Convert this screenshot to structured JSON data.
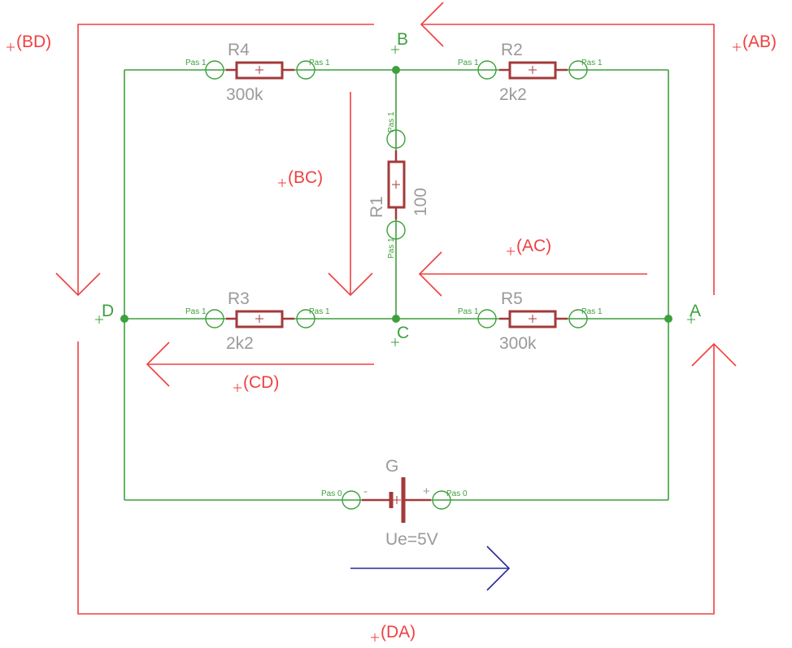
{
  "colors": {
    "wire": "#3da03d",
    "component": "#a33a3a",
    "label_grey": "#9a9a9a",
    "arrow_red": "#f04040",
    "arrow_blue": "#2a2a9a",
    "background": "#ffffff"
  },
  "nodes": {
    "A": "A",
    "B": "B",
    "C": "C",
    "D": "D"
  },
  "resistors": {
    "R1": {
      "name": "R1",
      "value": "100",
      "pad_top": "Pas 1",
      "pad_bottom": "Pas 1"
    },
    "R2": {
      "name": "R2",
      "value": "2k2",
      "pad_left": "Pas 1",
      "pad_right": "Pas 1"
    },
    "R3": {
      "name": "R3",
      "value": "2k2",
      "pad_left": "Pas 1",
      "pad_right": "Pas 1"
    },
    "R4": {
      "name": "R4",
      "value": "300k",
      "pad_left": "Pas 1",
      "pad_right": "Pas 1"
    },
    "R5": {
      "name": "R5",
      "value": "300k",
      "pad_left": "Pas 1",
      "pad_right": "Pas 1"
    }
  },
  "source": {
    "name": "G",
    "value": "Ue=5V",
    "pad_left": "Pas 0",
    "pad_right": "Pas 0",
    "minus": "-",
    "plus": "+"
  },
  "currents": {
    "AB": "(AB)",
    "BD": "(BD)",
    "BC": "(BC)",
    "AC": "(AC)",
    "CD": "(CD)",
    "DA": "(DA)"
  }
}
